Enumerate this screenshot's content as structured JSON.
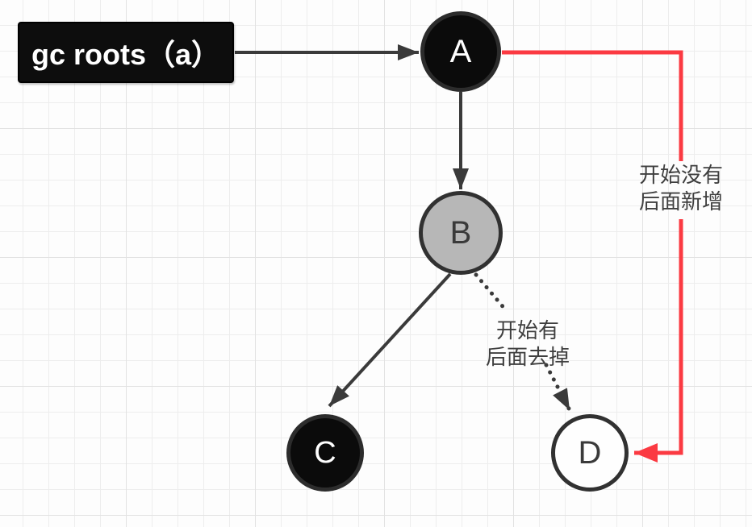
{
  "diagram": {
    "root_box": {
      "label": "gc roots（a）"
    },
    "nodes": [
      {
        "id": "A",
        "label": "A",
        "fill": "black"
      },
      {
        "id": "B",
        "label": "B",
        "fill": "gray"
      },
      {
        "id": "C",
        "label": "C",
        "fill": "black"
      },
      {
        "id": "D",
        "label": "D",
        "fill": "white"
      }
    ],
    "edges": [
      {
        "from": "gc-roots-box",
        "to": "A",
        "style": "solid",
        "color": "#3a3a3a"
      },
      {
        "from": "A",
        "to": "B",
        "style": "solid",
        "color": "#3a3a3a"
      },
      {
        "from": "B",
        "to": "C",
        "style": "solid",
        "color": "#3a3a3a"
      },
      {
        "from": "B",
        "to": "D",
        "style": "dotted",
        "color": "#3a3a3a",
        "label_lines": [
          "开始有",
          "后面去掉"
        ]
      },
      {
        "from": "A",
        "to": "D",
        "style": "solid",
        "color": "#fb3a42",
        "label_lines": [
          "开始没有",
          "后面新增"
        ]
      }
    ]
  },
  "colors": {
    "canvas_bg": "#fdfdfd",
    "grid_minor": "#ededed",
    "grid_major": "#e2e2e2",
    "node_black_fill": "#0b0b0b",
    "node_black_border": "#2c2c2c",
    "node_gray_fill": "#b7b7b7",
    "node_white_fill": "#fefefe",
    "node_dark_border": "#313131",
    "node_dark_text": "#3a3a3a",
    "node_light_text": "#ffffff",
    "edge_dark": "#3a3a3a",
    "edge_red": "#fb3a42",
    "label_text": "#3f3f3f",
    "root_box_bg": "#0d0d0d",
    "root_box_text": "#ffffff"
  }
}
